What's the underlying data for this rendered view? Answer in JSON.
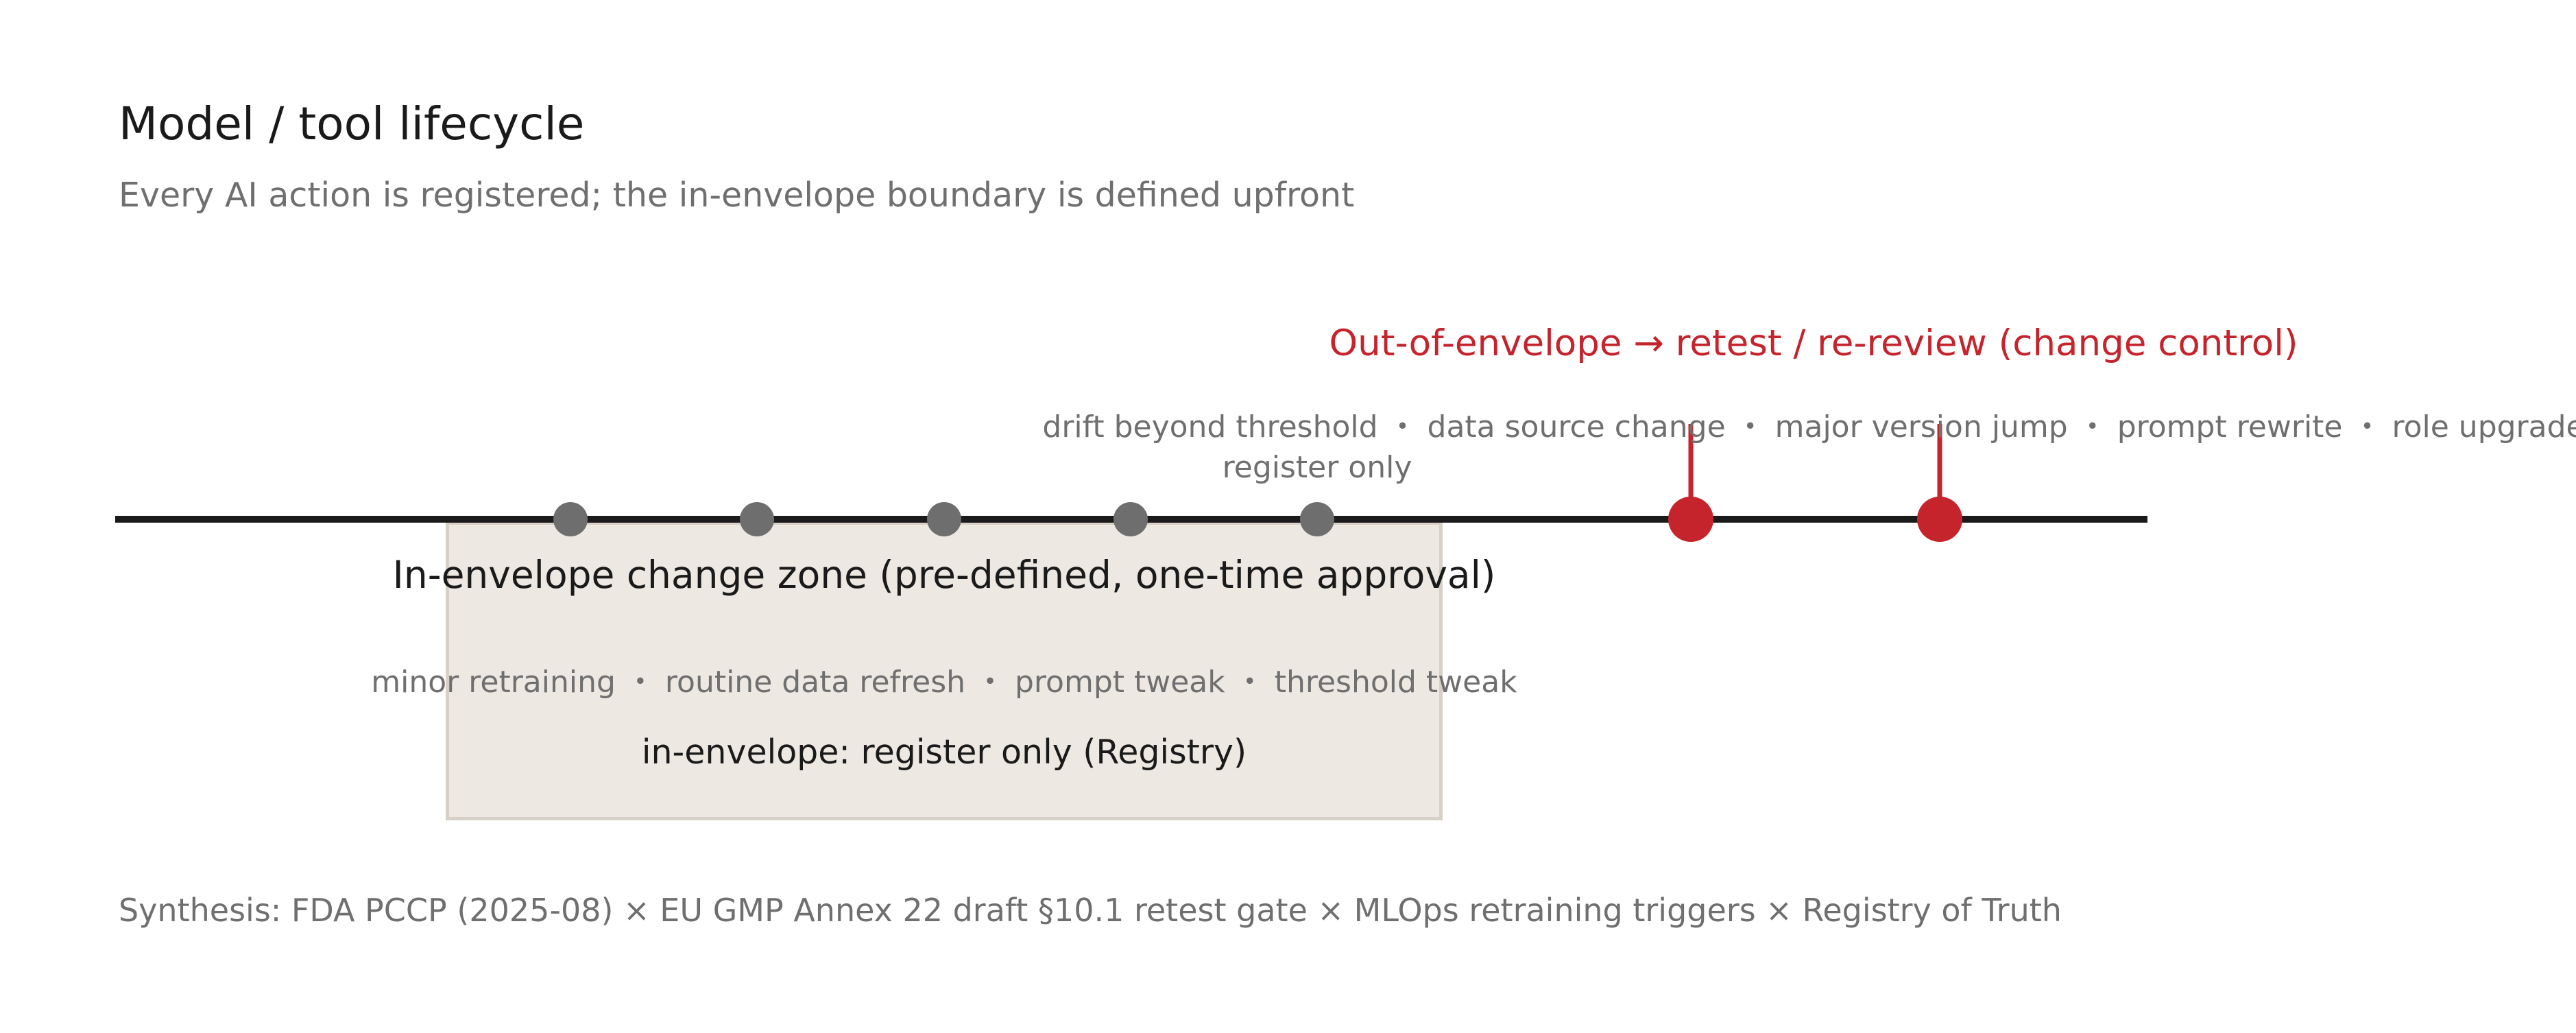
{
  "title": "Model / tool lifecycle",
  "subtitle": "Every AI action is registered; the in-envelope boundary is defined upfront",
  "out_of_envelope": {
    "label": "Out-of-envelope → retest / re-review (change control)",
    "items": "drift beyond threshold ・ data source change ・ major version jump ・ prompt rewrite ・ role upgrade"
  },
  "register_only_label": "register only",
  "in_envelope_zone": {
    "title": "In-envelope change zone (pre-defined, one-time approval)",
    "items": "minor retraining ・ routine data refresh ・ prompt tweak ・ threshold tweak",
    "note": "in-envelope: register only (Registry)"
  },
  "footer": "Synthesis: FDA PCCP (2025-08) × EU GMP Annex 22 draft §10.1 retest gate × MLOps retraining triggers × Registry of Truth",
  "colors": {
    "timeline": "#1a1a1a",
    "in_envelope_marker": "#6e6e6e",
    "out_of_envelope_marker": "#c6242c",
    "zone_fill": "#ede8e1",
    "zone_border": "#d7d0c6"
  },
  "markers": {
    "in_envelope_count": 5,
    "out_of_envelope_count": 2
  }
}
